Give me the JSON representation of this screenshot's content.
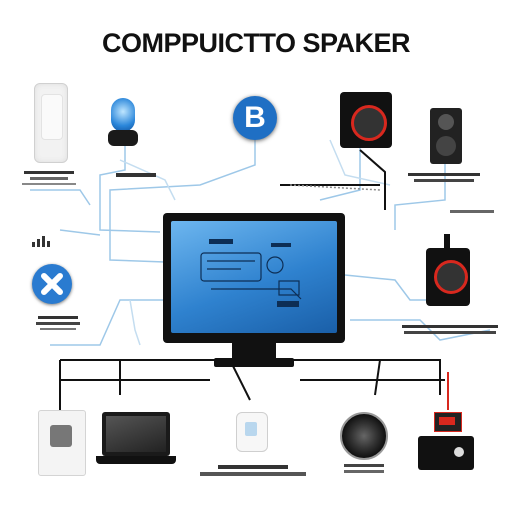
{
  "title": "COMPPUICTTO SPAKER",
  "captions": {
    "left_top_1": "",
    "left_top_2": "",
    "bottom_center": "",
    "right_top": "",
    "right_mid": ""
  },
  "monitor": {
    "screen_text_1": "",
    "screen_text_2": ""
  },
  "icons": {
    "bluetooth_logo": "B",
    "left_logo": "X"
  },
  "colors": {
    "accent_blue": "#1f6fc4",
    "screen_blue": "#3a8fd8",
    "speaker_red": "#d8281e",
    "wire_blue": "#9ec8e8",
    "dark": "#111111"
  }
}
